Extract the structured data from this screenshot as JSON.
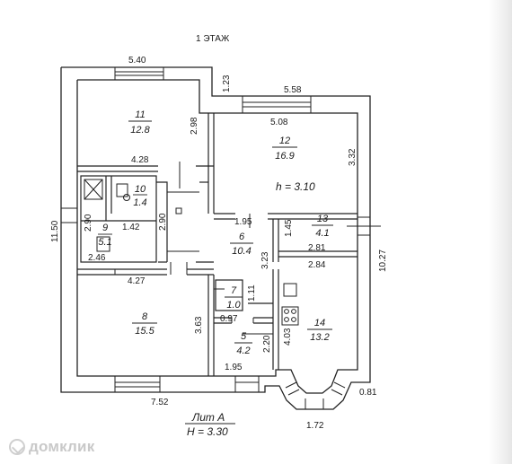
{
  "plan": {
    "title": "1 ЭТАЖ",
    "footer": {
      "name": "Лит А",
      "height": "H = 3.30"
    },
    "ceiling_height": "h = 3.10",
    "rooms": [
      {
        "no": "11",
        "area": "12.8"
      },
      {
        "no": "12",
        "area": "16.9"
      },
      {
        "no": "10",
        "area": "1.4"
      },
      {
        "no": "13",
        "area": "4.1"
      },
      {
        "no": "9",
        "area": "5.1"
      },
      {
        "no": "6",
        "area": "10.4"
      },
      {
        "no": "7",
        "area": "1.0"
      },
      {
        "no": "8",
        "area": "15.5"
      },
      {
        "no": "14",
        "area": "13.2"
      },
      {
        "no": "5",
        "area": "4.2"
      }
    ],
    "dimensions": {
      "d_5_40": "5.40",
      "d_1_23": "1.23",
      "d_5_58": "5.58",
      "d_2_98": "2.98",
      "d_5_08": "5.08",
      "d_3_32": "3.32",
      "d_4_28": "4.28",
      "d_11_50": "11.50",
      "d_2_90_a": "2.90",
      "d_2_90_b": "2.90",
      "d_1_42": "1.42",
      "d_1_95_a": "1.95",
      "d_1_45": "1.45",
      "d_2_81": "2.81",
      "d_2_84": "2.84",
      "d_2_46": "2.46",
      "d_10_27": "10.27",
      "d_3_23": "3.23",
      "d_4_27": "4.27",
      "d_1_11": "1.11",
      "d_3_63": "3.63",
      "d_0_97": "0.97",
      "d_4_03": "4.03",
      "d_2_20": "2.20",
      "d_1_95_b": "1.95",
      "d_7_52": "7.52",
      "d_0_81": "0.81",
      "d_1_72": "1.72"
    }
  },
  "watermark": {
    "text": "домклик"
  }
}
